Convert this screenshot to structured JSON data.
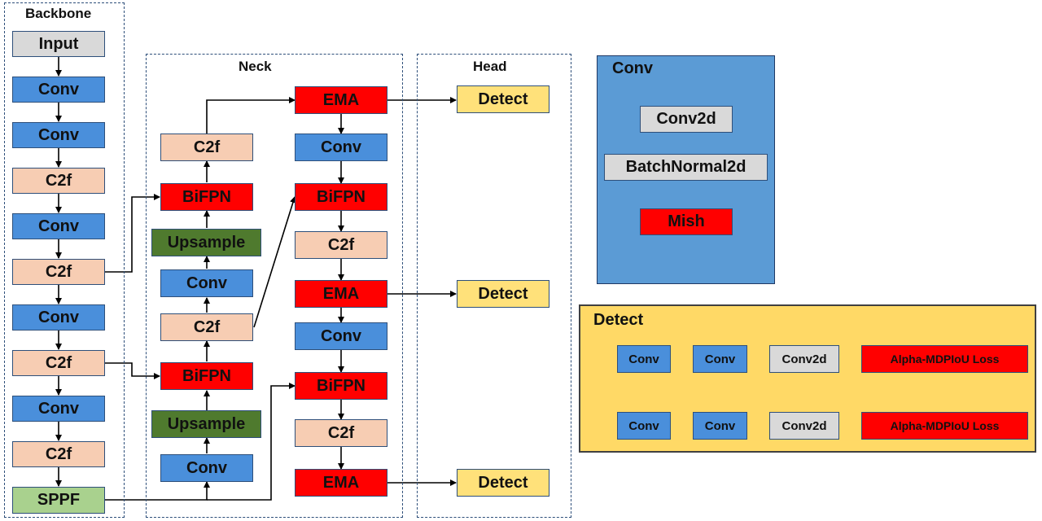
{
  "sections": {
    "backbone": "Backbone",
    "neck": "Neck",
    "head": "Head"
  },
  "backbone_blocks": [
    "Input",
    "Conv",
    "Conv",
    "C2f",
    "Conv",
    "C2f",
    "Conv",
    "C2f",
    "Conv",
    "C2f",
    "SPPF"
  ],
  "neck_left_blocks": [
    "C2f",
    "BiFPN",
    "Upsample",
    "Conv",
    "C2f",
    "BiFPN",
    "Upsample",
    "Conv"
  ],
  "neck_right_blocks": [
    "EMA",
    "Conv",
    "BiFPN",
    "C2f",
    "EMA",
    "Conv",
    "BiFPN",
    "C2f",
    "EMA"
  ],
  "head_blocks": [
    "Detect",
    "Detect",
    "Detect"
  ],
  "conv_panel": {
    "title": "Conv",
    "steps": [
      "Conv2d",
      "BatchNormal2d",
      "Mish"
    ]
  },
  "detect_panel": {
    "title": "Detect",
    "branch_top": [
      "Conv",
      "Conv",
      "Conv2d",
      "Alpha-MDPIoU Loss"
    ],
    "branch_bottom": [
      "Conv",
      "Conv",
      "Conv2d",
      "Alpha-MDPIoU Loss"
    ]
  },
  "colors": {
    "input": "#d9d9d9",
    "conv": "#4a8fdb",
    "c2f": "#f7cdb3",
    "sppf": "#a9d18e",
    "bifpn": "#ff0000",
    "ema": "#ff0000",
    "upsample": "#4f7a2e",
    "detect": "#ffe17a",
    "conv_panel_bg": "#5b9bd5",
    "detect_panel_bg": "#ffd966",
    "arrow": "#000000"
  }
}
